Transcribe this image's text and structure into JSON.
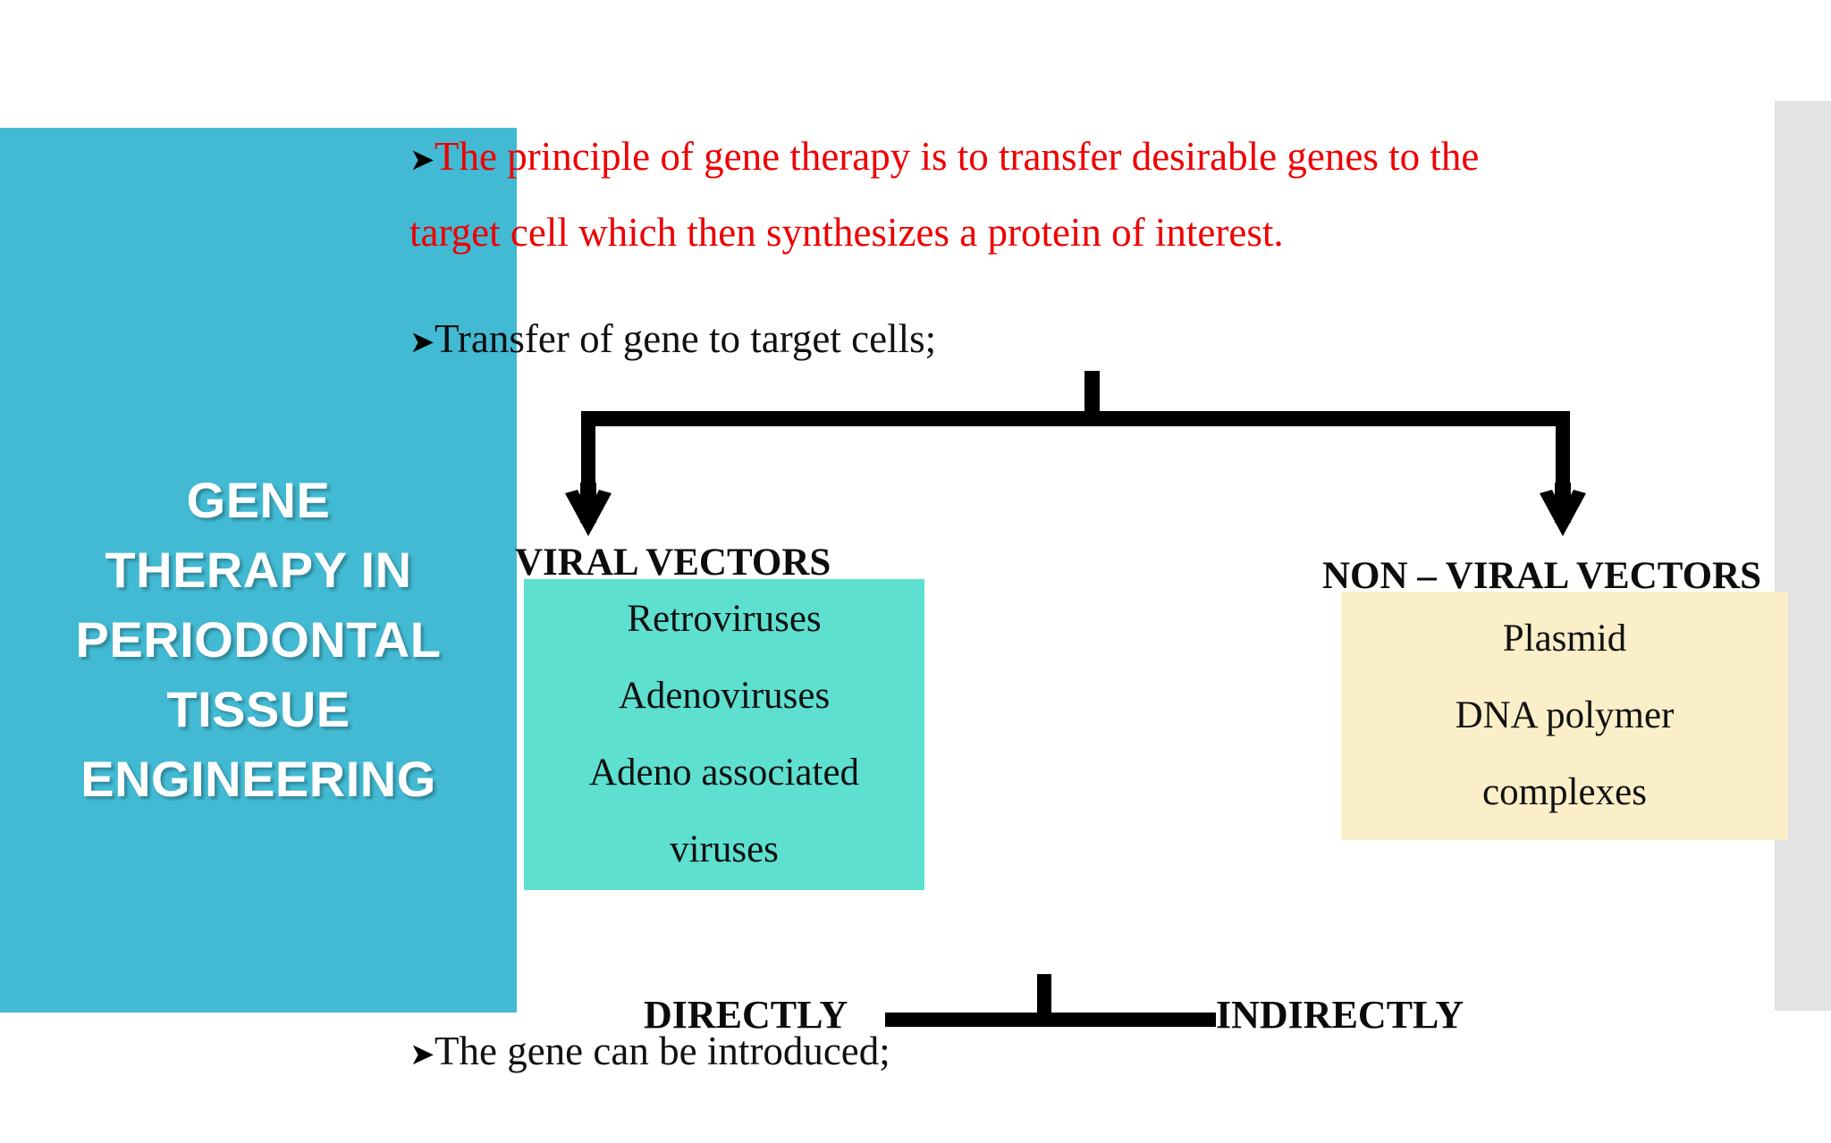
{
  "slide": {
    "title_lines": "GENE\nTHERAPY IN\nPERIODONTAL\nTISSUE\nENGINEERING",
    "sidebar_color": "#42bad3",
    "accent_red": "#ee0000",
    "viral_panel_color": "#5ee0d0",
    "nonviral_panel_color": "#fbefc9",
    "gray_band_color": "#e3e3e6"
  },
  "bullets": {
    "chevron_glyph": "➤",
    "principle_line1": "The principle of gene therapy is to transfer desirable genes to the",
    "principle_line2": "target cell which then synthesizes a protein of interest.",
    "transfer": "Transfer of gene to target cells;",
    "introduced": "The gene can be introduced;"
  },
  "branches": {
    "viral_label": "VIRAL VECTORS",
    "nonviral_label": "NON – VIRAL VECTORS",
    "viral_items": [
      "Retroviruses",
      "Adenoviruses",
      "Adeno associated",
      "viruses"
    ],
    "nonviral_items": [
      "Plasmid",
      "DNA polymer",
      "complexes"
    ]
  },
  "methods": {
    "directly": "DIRECTLY",
    "indirectly": "INDIRECTLY"
  }
}
